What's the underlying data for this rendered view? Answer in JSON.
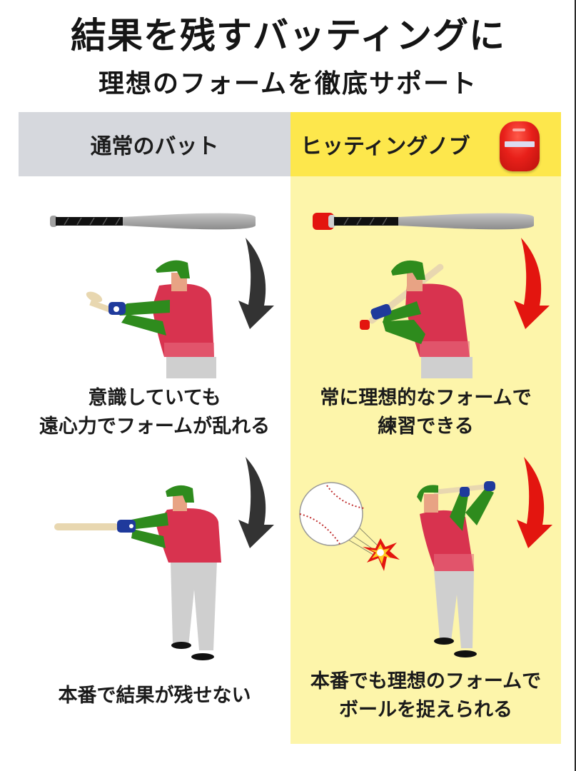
{
  "title": "結果を残すバッティングに",
  "subtitle": "理想のフォームを徹底サポート",
  "colors": {
    "header_gray": "#d6d8dd",
    "header_yellow": "#fde74c",
    "panel_pale_yellow": "#fdf5aa",
    "arrow_dark": "#333333",
    "arrow_red": "#e3150f",
    "jersey": "#d8334f",
    "helmet_sleeve": "#2e8b1d",
    "glove": "#1f3a9c",
    "pants": "#c9c9c9"
  },
  "comparison": {
    "left": {
      "header": "通常のバット",
      "caption_top": [
        "意識していても",
        "遠心力でフォームが乱れる"
      ],
      "caption_bottom": [
        "本番で結果が残せない"
      ],
      "arrow_icon": "curved-arrow-down-dark"
    },
    "right": {
      "header": "ヒッティングノブ",
      "product_icon": "hitting-knob-product",
      "caption_top": [
        "常に理想的なフォームで",
        "練習できる"
      ],
      "caption_bottom": [
        "本番でも理想のフォームで",
        "ボールを捉えられる"
      ],
      "arrow_icon": "curved-arrow-down-red"
    }
  }
}
